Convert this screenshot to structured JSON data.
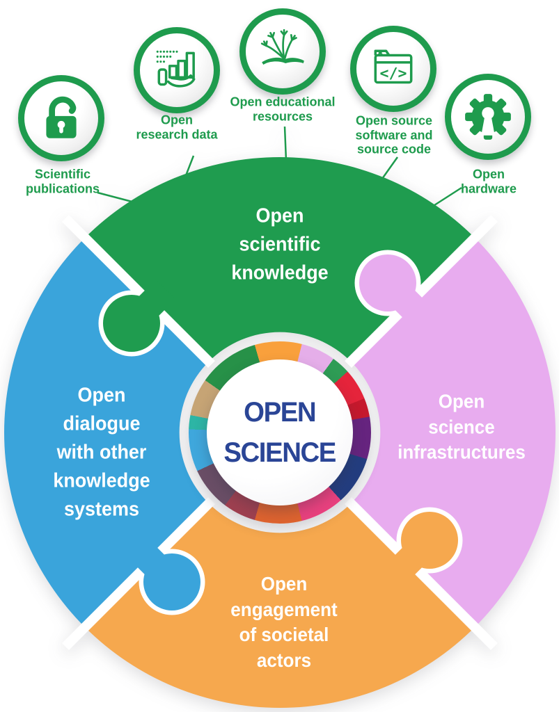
{
  "center": {
    "line1": "OPEN",
    "line2": "SCIENCE",
    "text_color": "#2A4596"
  },
  "quadrants": [
    {
      "id": "top",
      "label": "Open scientific knowledge",
      "lines": [
        "Open",
        "scientific",
        "knowledge"
      ],
      "color": "#1F9C4F"
    },
    {
      "id": "right",
      "label": "Open science infrastructures",
      "lines": [
        "Open",
        "science",
        "infrastructures"
      ],
      "color": "#E8ACEF"
    },
    {
      "id": "bottom",
      "label": "Open engagement of societal actors",
      "lines": [
        "Open",
        "engagement",
        "of societal",
        "actors"
      ],
      "color": "#F6A84E"
    },
    {
      "id": "left",
      "label": "Open dialogue with other knowledge systems",
      "lines": [
        "Open",
        "dialogue",
        "with other",
        "knowledge",
        "systems"
      ],
      "color": "#3AA4DB"
    }
  ],
  "satellites": [
    {
      "label": "Scientific publications",
      "lines": [
        "Scientific",
        "publications"
      ],
      "icon": "open-padlock-icon"
    },
    {
      "label": "Open research data",
      "lines": [
        "Open",
        "research data"
      ],
      "icon": "hand-chart-icon"
    },
    {
      "label": "Open educational resources",
      "lines": [
        "Open educational",
        "resources"
      ],
      "icon": "open-book-icon"
    },
    {
      "label": "Open source software and source code",
      "lines": [
        "Open source",
        "software and",
        "source code"
      ],
      "icon": "code-window-icon",
      "glyph": "</>"
    },
    {
      "label": "Open hardware",
      "lines": [
        "Open",
        "hardware"
      ],
      "icon": "gear-icon"
    }
  ],
  "colors": {
    "green": "#1F9C4F",
    "pink": "#E8ACEF",
    "orange": "#F6A84E",
    "blue": "#3AA4DB",
    "icon_green": "#1E9B4D",
    "white": "#FFFFFF",
    "hub_text": "#2A4596"
  },
  "ring": {
    "from_deg": -16,
    "segments": [
      {
        "name": "orange",
        "color": "#F9A03C",
        "start": 0,
        "end": 30
      },
      {
        "name": "lavender",
        "color": "#E5AEE9",
        "start": 30,
        "end": 52
      },
      {
        "name": "green",
        "color": "#2E9C55",
        "start": 52,
        "end": 64
      },
      {
        "name": "red",
        "color": "#E5243B",
        "start": 64,
        "end": 84
      },
      {
        "name": "crimson",
        "color": "#C5192D",
        "start": 84,
        "end": 96
      },
      {
        "name": "purple",
        "color": "#66247F",
        "start": 96,
        "end": 123
      },
      {
        "name": "navy",
        "color": "#233D7F",
        "start": 123,
        "end": 154
      },
      {
        "name": "magenta",
        "color": "#E8417E",
        "start": 154,
        "end": 182
      },
      {
        "name": "rust",
        "color": "#DE632F",
        "start": 182,
        "end": 212
      },
      {
        "name": "maroon",
        "color": "#9E4050",
        "start": 212,
        "end": 233
      },
      {
        "name": "mauve",
        "color": "#6A4E66",
        "start": 233,
        "end": 261
      },
      {
        "name": "light-blue",
        "color": "#3FA7DC",
        "start": 261,
        "end": 288
      },
      {
        "name": "teal",
        "color": "#2DB5A5",
        "start": 288,
        "end": 297
      },
      {
        "name": "tan",
        "color": "#C6A475",
        "start": 297,
        "end": 321
      },
      {
        "name": "green-2",
        "color": "#279148",
        "start": 321,
        "end": 360
      }
    ]
  }
}
